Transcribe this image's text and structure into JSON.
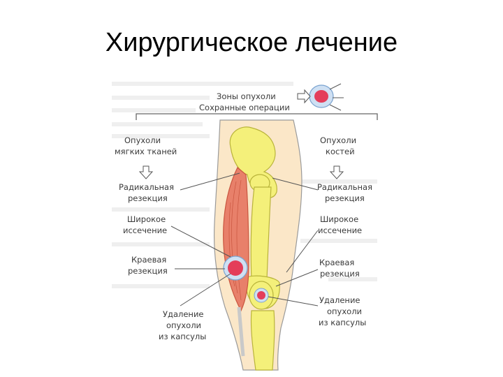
{
  "title": "Хирургическое лечение",
  "labels": {
    "tumor_zones": "Зоны опухоли",
    "preserving_ops": "Сохранные операции",
    "soft_tissue": [
      "Опухоли",
      "мягких тканей"
    ],
    "bone": [
      "Опухоли",
      "костей"
    ],
    "radical_left": [
      "Радикальная",
      "резекция"
    ],
    "radical_right": [
      "Радикальная",
      "резекция"
    ],
    "wide_left": [
      "Широкое",
      "иссечение"
    ],
    "wide_right": [
      "Широкое",
      "иссечение"
    ],
    "marginal_left": [
      "Краевая",
      "резекция"
    ],
    "marginal_right": [
      "Краевая",
      "резекция"
    ],
    "capsule_left": [
      "Удаление",
      "опухоли",
      "из капсулы"
    ],
    "capsule_right": [
      "Удаление",
      "опухоли",
      "из капсулы"
    ]
  },
  "colors": {
    "muscle": "#e8806a",
    "muscle_stroke": "#c9553f",
    "bone": "#f4f07a",
    "bone_stroke": "#b9b43a",
    "skin": "#fbe7c8",
    "skin_stroke": "#9a9a9a",
    "tumor": "#e43d5a",
    "tumor_ring": "#9fc2e6",
    "line": "#555555"
  }
}
